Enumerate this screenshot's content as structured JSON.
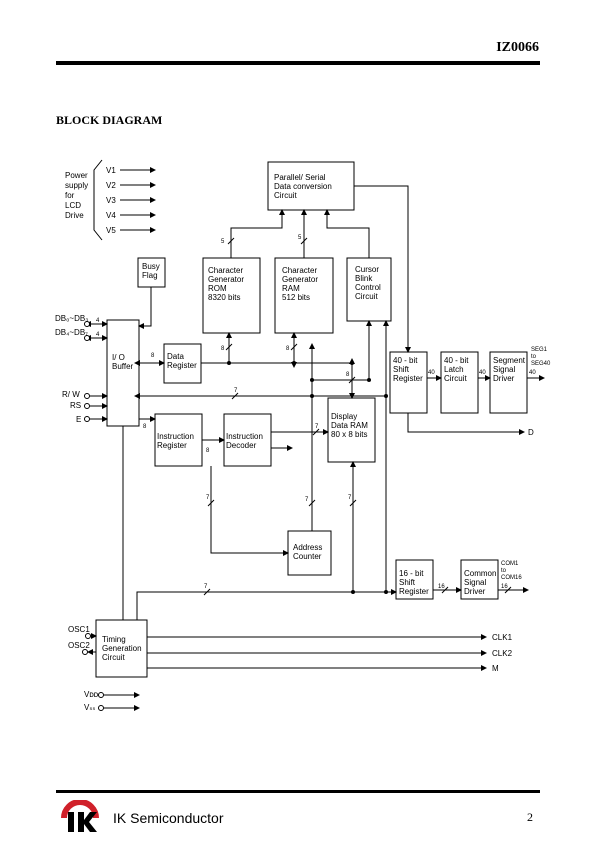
{
  "header": {
    "doc_id": "IZ0066"
  },
  "section_title": "BLOCK DIAGRAM",
  "diagram": {
    "power_label": [
      "Power",
      "supply",
      "for",
      "LCD",
      "Drive"
    ],
    "power_pins": [
      "V1",
      "V2",
      "V3",
      "V4",
      "V5"
    ],
    "pins": {
      "db_low": "DB₀~DB₃",
      "db_high": "DB₄~DB₇",
      "rw": "R/ W",
      "rs": "RS",
      "e": "E",
      "osc1": "OSC1",
      "osc2": "OSC2",
      "vdd": "Vᴅᴅ",
      "vss": "Vₛₛ"
    },
    "blocks": {
      "parallel_serial": [
        "Parallel/ Serial",
        "Data conversion",
        "Circuit"
      ],
      "busy_flag": [
        "Busy",
        "Flag"
      ],
      "cg_rom": [
        "Character",
        "Generator",
        "ROM",
        "8320 bits"
      ],
      "cg_ram": [
        "Character",
        "Generator",
        "RAM",
        "512 bits"
      ],
      "cursor_blink": [
        "Cursor",
        "Blink",
        "Control",
        "Circuit"
      ],
      "io_buffer": [
        "I/ O",
        "Buffer"
      ],
      "data_register": [
        "Data",
        "Register"
      ],
      "shift40": [
        "40 - bit",
        "Shift",
        "Register"
      ],
      "latch40": [
        "40 - bit",
        "Latch",
        "Circuit"
      ],
      "segment_driver": [
        "Segment",
        "Signal",
        "Driver"
      ],
      "instruction_register": [
        "Instruction",
        "Register"
      ],
      "instruction_decoder": [
        "Instruction",
        "Decoder"
      ],
      "ddram": [
        "Display",
        "Data RAM",
        "80 x  8 bits"
      ],
      "address_counter": [
        "Address",
        "Counter"
      ],
      "shift16": [
        "16 - bit",
        "Shift",
        "Register"
      ],
      "common_driver": [
        "Common",
        "Signal",
        "Driver"
      ],
      "timing": [
        "Timing",
        "Generation",
        "Circuit"
      ]
    },
    "outputs": {
      "seg": [
        "SEG1",
        "to",
        "SEG40"
      ],
      "com": [
        "COM1",
        "to",
        "COM16"
      ],
      "d": "D",
      "clk1": "CLK1",
      "clk2": "CLK2",
      "m": "M"
    },
    "bus_widths": {
      "rom_out": "5",
      "ram_out": "5",
      "db_low": "4",
      "db_high": "4",
      "io_data": "8",
      "io_instr": "8",
      "rom_in": "8",
      "ram_in": "8",
      "ddram_in": "8",
      "seg_out": "40",
      "latch_in": "40",
      "driver_in": "40",
      "address_bus": "7",
      "ir_out": "8",
      "dec_ac": "7",
      "dec_dd": "7",
      "dec_low": "7",
      "ac_dd": "7",
      "ac_long": "7",
      "com_in": "16",
      "com_out": "16"
    }
  },
  "footer": {
    "company": "IK Semiconductor",
    "page_number": "2"
  }
}
